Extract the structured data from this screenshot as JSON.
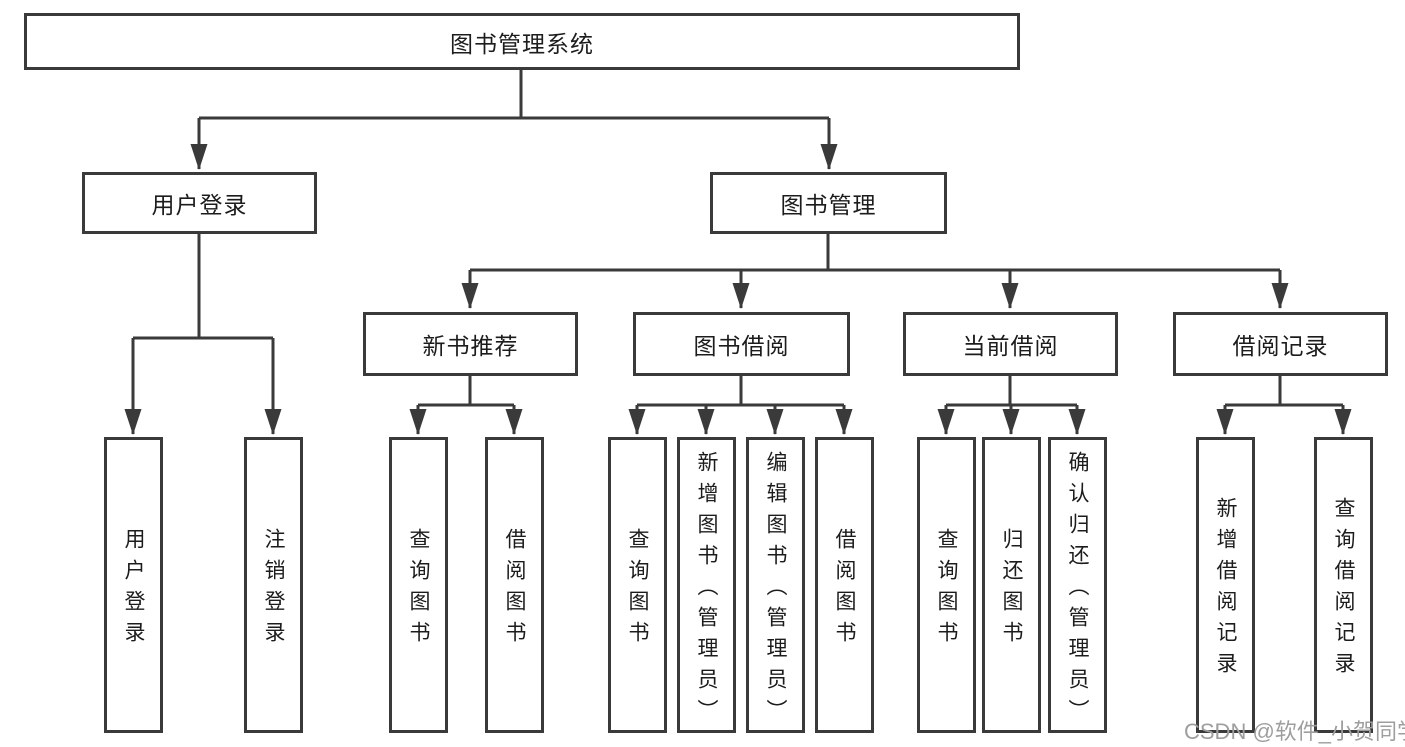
{
  "diagram": {
    "root": {
      "label": "图书管理系统"
    },
    "branches": {
      "user_login": {
        "label": "用户登录",
        "children": [
          {
            "label": "用户登录"
          },
          {
            "label": "注销登录"
          }
        ]
      },
      "book_management": {
        "label": "图书管理",
        "sections": [
          {
            "label": "新书推荐",
            "children": [
              {
                "label": "查询图书"
              },
              {
                "label": "借阅图书"
              }
            ]
          },
          {
            "label": "图书借阅",
            "children": [
              {
                "label": "查询图书"
              },
              {
                "label": "新增图书（管理员）"
              },
              {
                "label": "编辑图书（管理员）"
              },
              {
                "label": "借阅图书"
              }
            ]
          },
          {
            "label": "当前借阅",
            "children": [
              {
                "label": "查询图书"
              },
              {
                "label": "归还图书"
              },
              {
                "label": "确认归还（管理员）"
              }
            ]
          },
          {
            "label": "借阅记录",
            "children": [
              {
                "label": "新增借阅记录"
              },
              {
                "label": "查询借阅记录"
              }
            ]
          }
        ]
      }
    }
  },
  "watermark": {
    "text": "CSDN @软件_小贺同学"
  },
  "colors": {
    "line": "#3a3a3a",
    "box_border": "#3a3a3a",
    "text": "#1c1c1c",
    "watermark": "#9e9e9e",
    "background": "#ffffff"
  }
}
